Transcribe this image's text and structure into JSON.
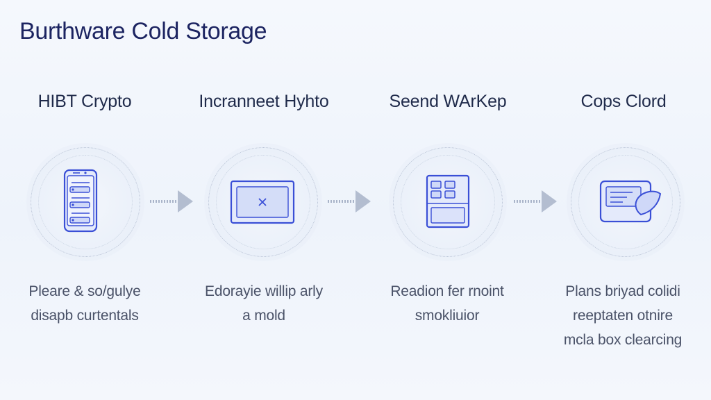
{
  "title": "Burthware Cold Storage",
  "steps": [
    {
      "title": "HIBT Crypto",
      "icon": "mobile-device-icon",
      "desc": [
        "Pleare & so/gulye",
        "disapb curtentals"
      ]
    },
    {
      "title": "Incranneet Hyhto",
      "icon": "screen-window-icon",
      "desc": [
        "Edorayie willip arly",
        "a mold"
      ]
    },
    {
      "title": "Seend WArKep",
      "icon": "hardware-panel-icon",
      "desc": [
        "Readion fer rnoint",
        "smokliuior"
      ]
    },
    {
      "title": "Cops Clord",
      "icon": "card-shield-icon",
      "desc": [
        "Plans briyad colidi",
        "reeptaten otnire",
        "mcla box clearcing"
      ]
    }
  ],
  "colors": {
    "icon_stroke": "#3a4fd6",
    "icon_fill": "#dfe6fb",
    "arrow": "#a9b4c9",
    "title": "#1c2461"
  }
}
